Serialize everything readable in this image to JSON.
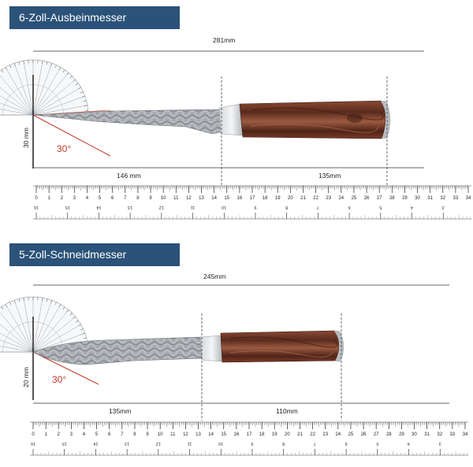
{
  "panels": [
    {
      "title": "6-Zoll-Ausbeinmesser",
      "total_length": "281mm",
      "blade_length": "146 mm",
      "handle_length": "135mm",
      "height": "30 mm",
      "angle": "30°"
    },
    {
      "title": "5-Zoll-Schneidmesser",
      "total_length": "245mm",
      "blade_length": "135mm",
      "handle_length": "110mm",
      "height": "20 mm",
      "angle": "30°"
    }
  ],
  "ruler": {
    "top_numbers": [
      "0",
      "1",
      "2",
      "3",
      "4",
      "5",
      "6",
      "7",
      "8",
      "9",
      "10",
      "11",
      "12",
      "13",
      "14",
      "15",
      "16",
      "17",
      "18",
      "19",
      "20",
      "21",
      "22",
      "23",
      "24",
      "25",
      "26",
      "27",
      "28",
      "29",
      "30",
      "31",
      "32",
      "33",
      "34"
    ],
    "bottom_numbers": [
      "16",
      "15",
      "14",
      "13",
      "12",
      "11",
      "10",
      "9",
      "8",
      "7",
      "6",
      "5",
      "4",
      "3"
    ]
  },
  "colors": {
    "title_bg": "#2b5278",
    "title_text": "#ffffff",
    "angle_red": "#c0392b",
    "handle_wood": "#6b3424",
    "blade_steel": "#9ea3a8"
  }
}
